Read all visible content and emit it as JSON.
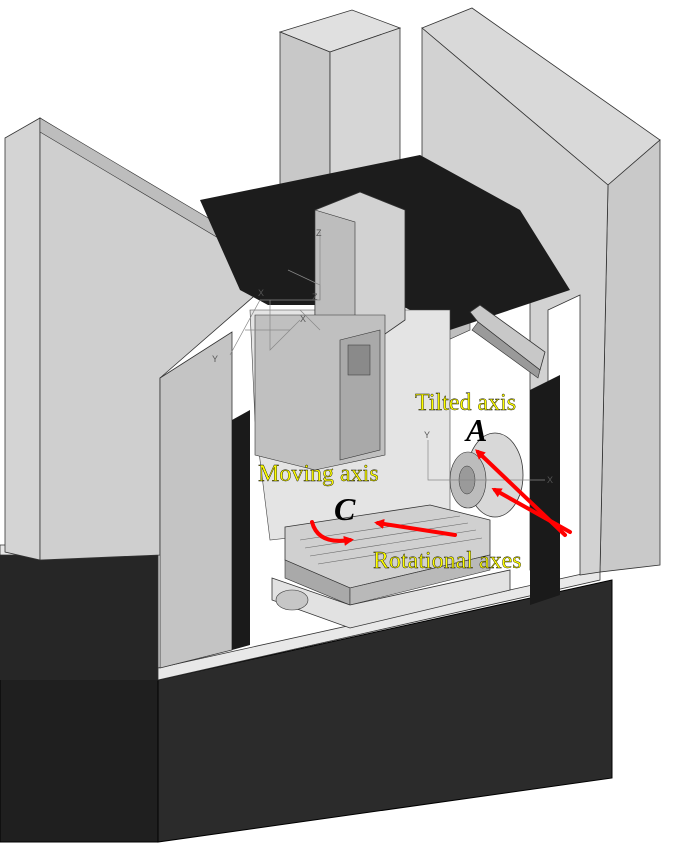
{
  "annotations": {
    "tilted_axis": "Tilted axis",
    "moving_axis": "Moving axis",
    "rotational_axes": "Rotational axes",
    "axis_a": "A",
    "axis_c": "C"
  },
  "coordinate_labels": {
    "x": "X",
    "y": "Y",
    "z": "Z"
  },
  "colors": {
    "annotation_text": "#ffff00",
    "arrow": "#ff0000",
    "machine_base": "#2a2a2a",
    "machine_body": "#cfcfcf",
    "machine_dark": "#1c1c1c"
  }
}
